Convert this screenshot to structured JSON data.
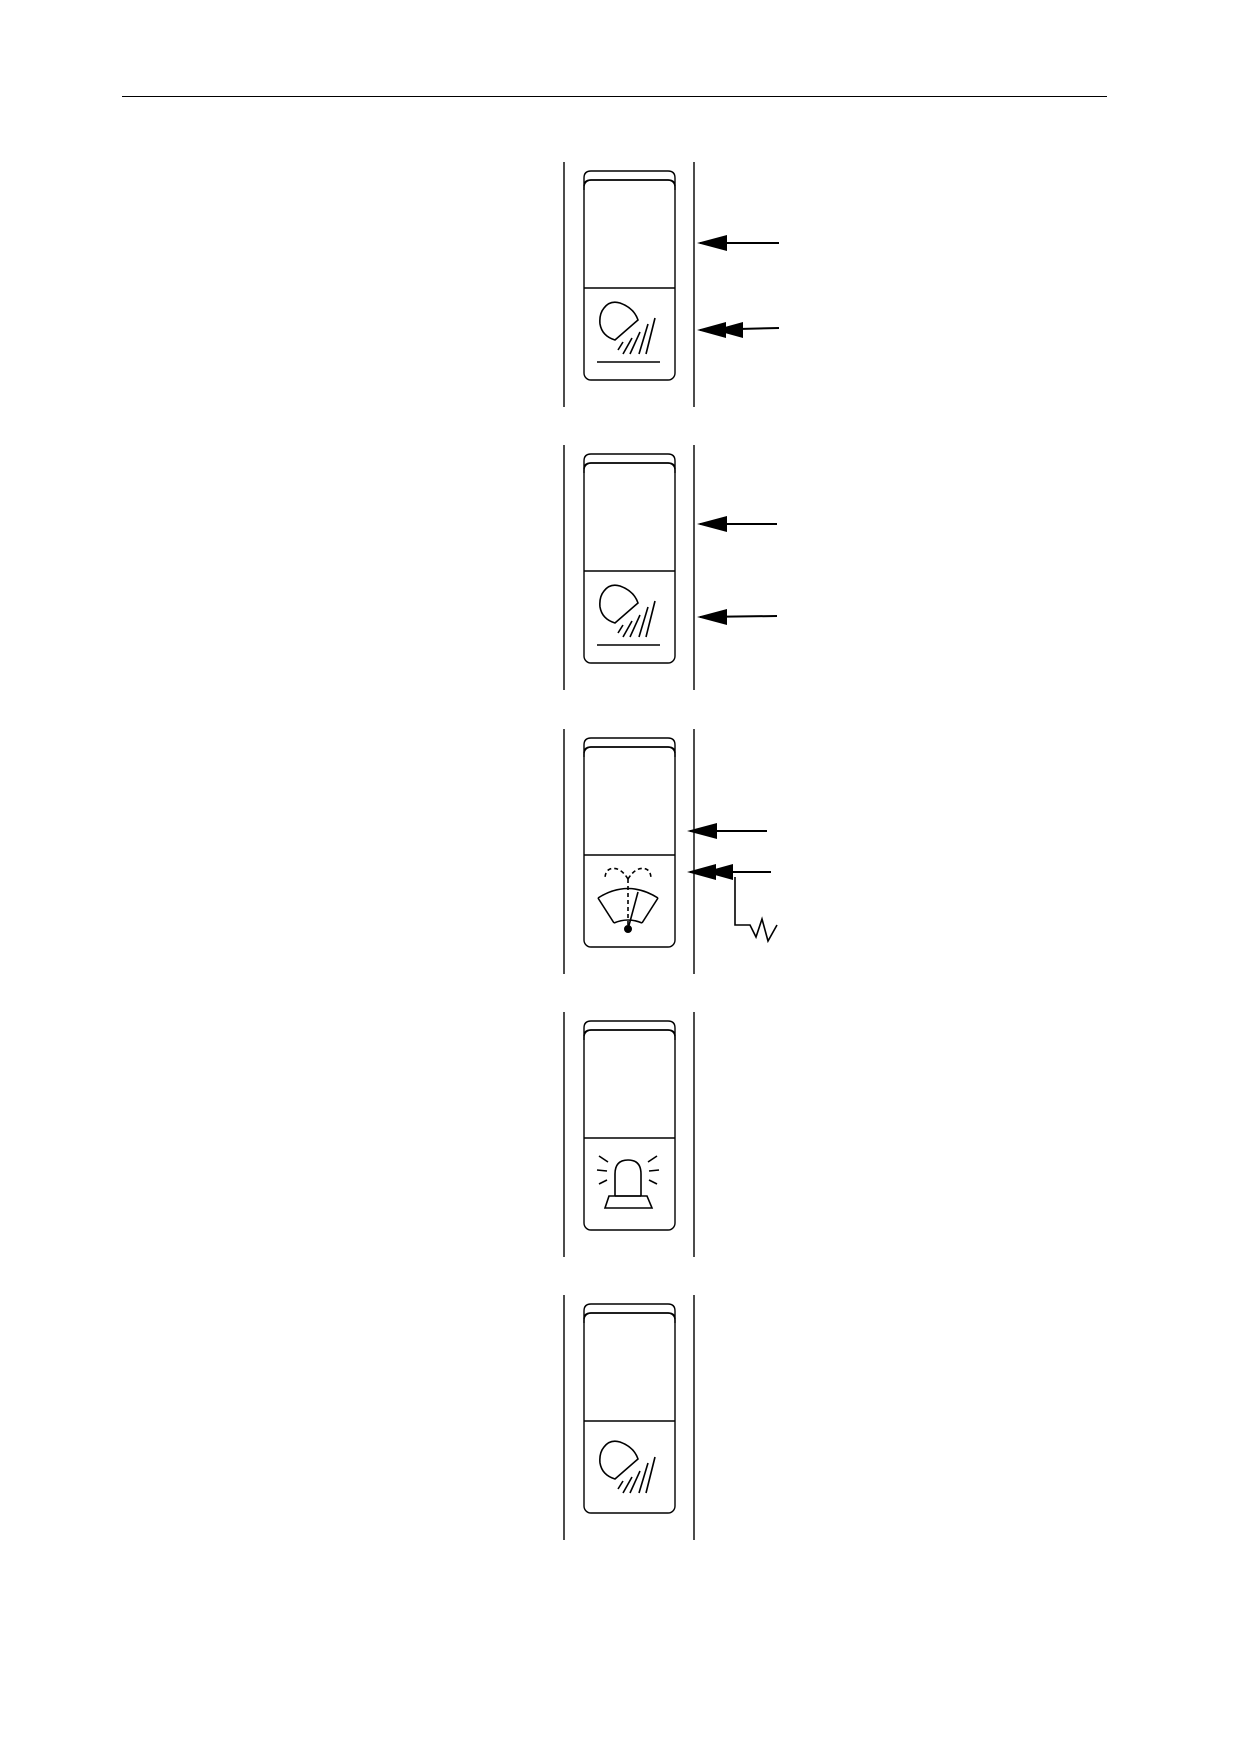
{
  "page": {
    "header_rule": true
  },
  "switches": [
    {
      "id": 1,
      "symbol": "work-light-ground",
      "arrows": [
        "single",
        "double"
      ],
      "flash": false
    },
    {
      "id": 2,
      "symbol": "work-light-ground",
      "arrows": [
        "single",
        "single"
      ],
      "flash": false
    },
    {
      "id": 3,
      "symbol": "wiper-washer",
      "arrows": [
        "single",
        "double"
      ],
      "flash": true
    },
    {
      "id": 4,
      "symbol": "beacon-light",
      "arrows": [],
      "flash": false
    },
    {
      "id": 5,
      "symbol": "work-light",
      "arrows": [],
      "flash": false
    }
  ],
  "colors": {
    "line": "#000000",
    "background": "#ffffff"
  }
}
